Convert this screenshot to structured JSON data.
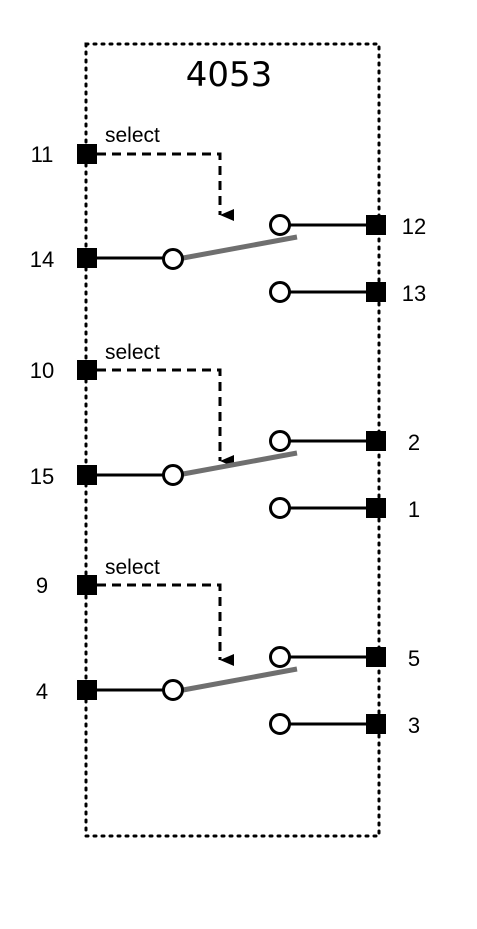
{
  "chip": {
    "title": "4053"
  },
  "select_label": "select",
  "colors": {
    "wire": "#000000",
    "arm": "#6f6f6f",
    "background": "#ffffff"
  },
  "switches": [
    {
      "select_pin": "11",
      "common_pin": "14",
      "out_top_pin": "12",
      "out_bottom_pin": "13",
      "select_text": "select"
    },
    {
      "select_pin": "10",
      "common_pin": "15",
      "out_top_pin": "2",
      "out_bottom_pin": "1",
      "select_text": "select"
    },
    {
      "select_pin": "9",
      "common_pin": "4",
      "out_top_pin": "5",
      "out_bottom_pin": "3",
      "select_text": "select"
    }
  ]
}
